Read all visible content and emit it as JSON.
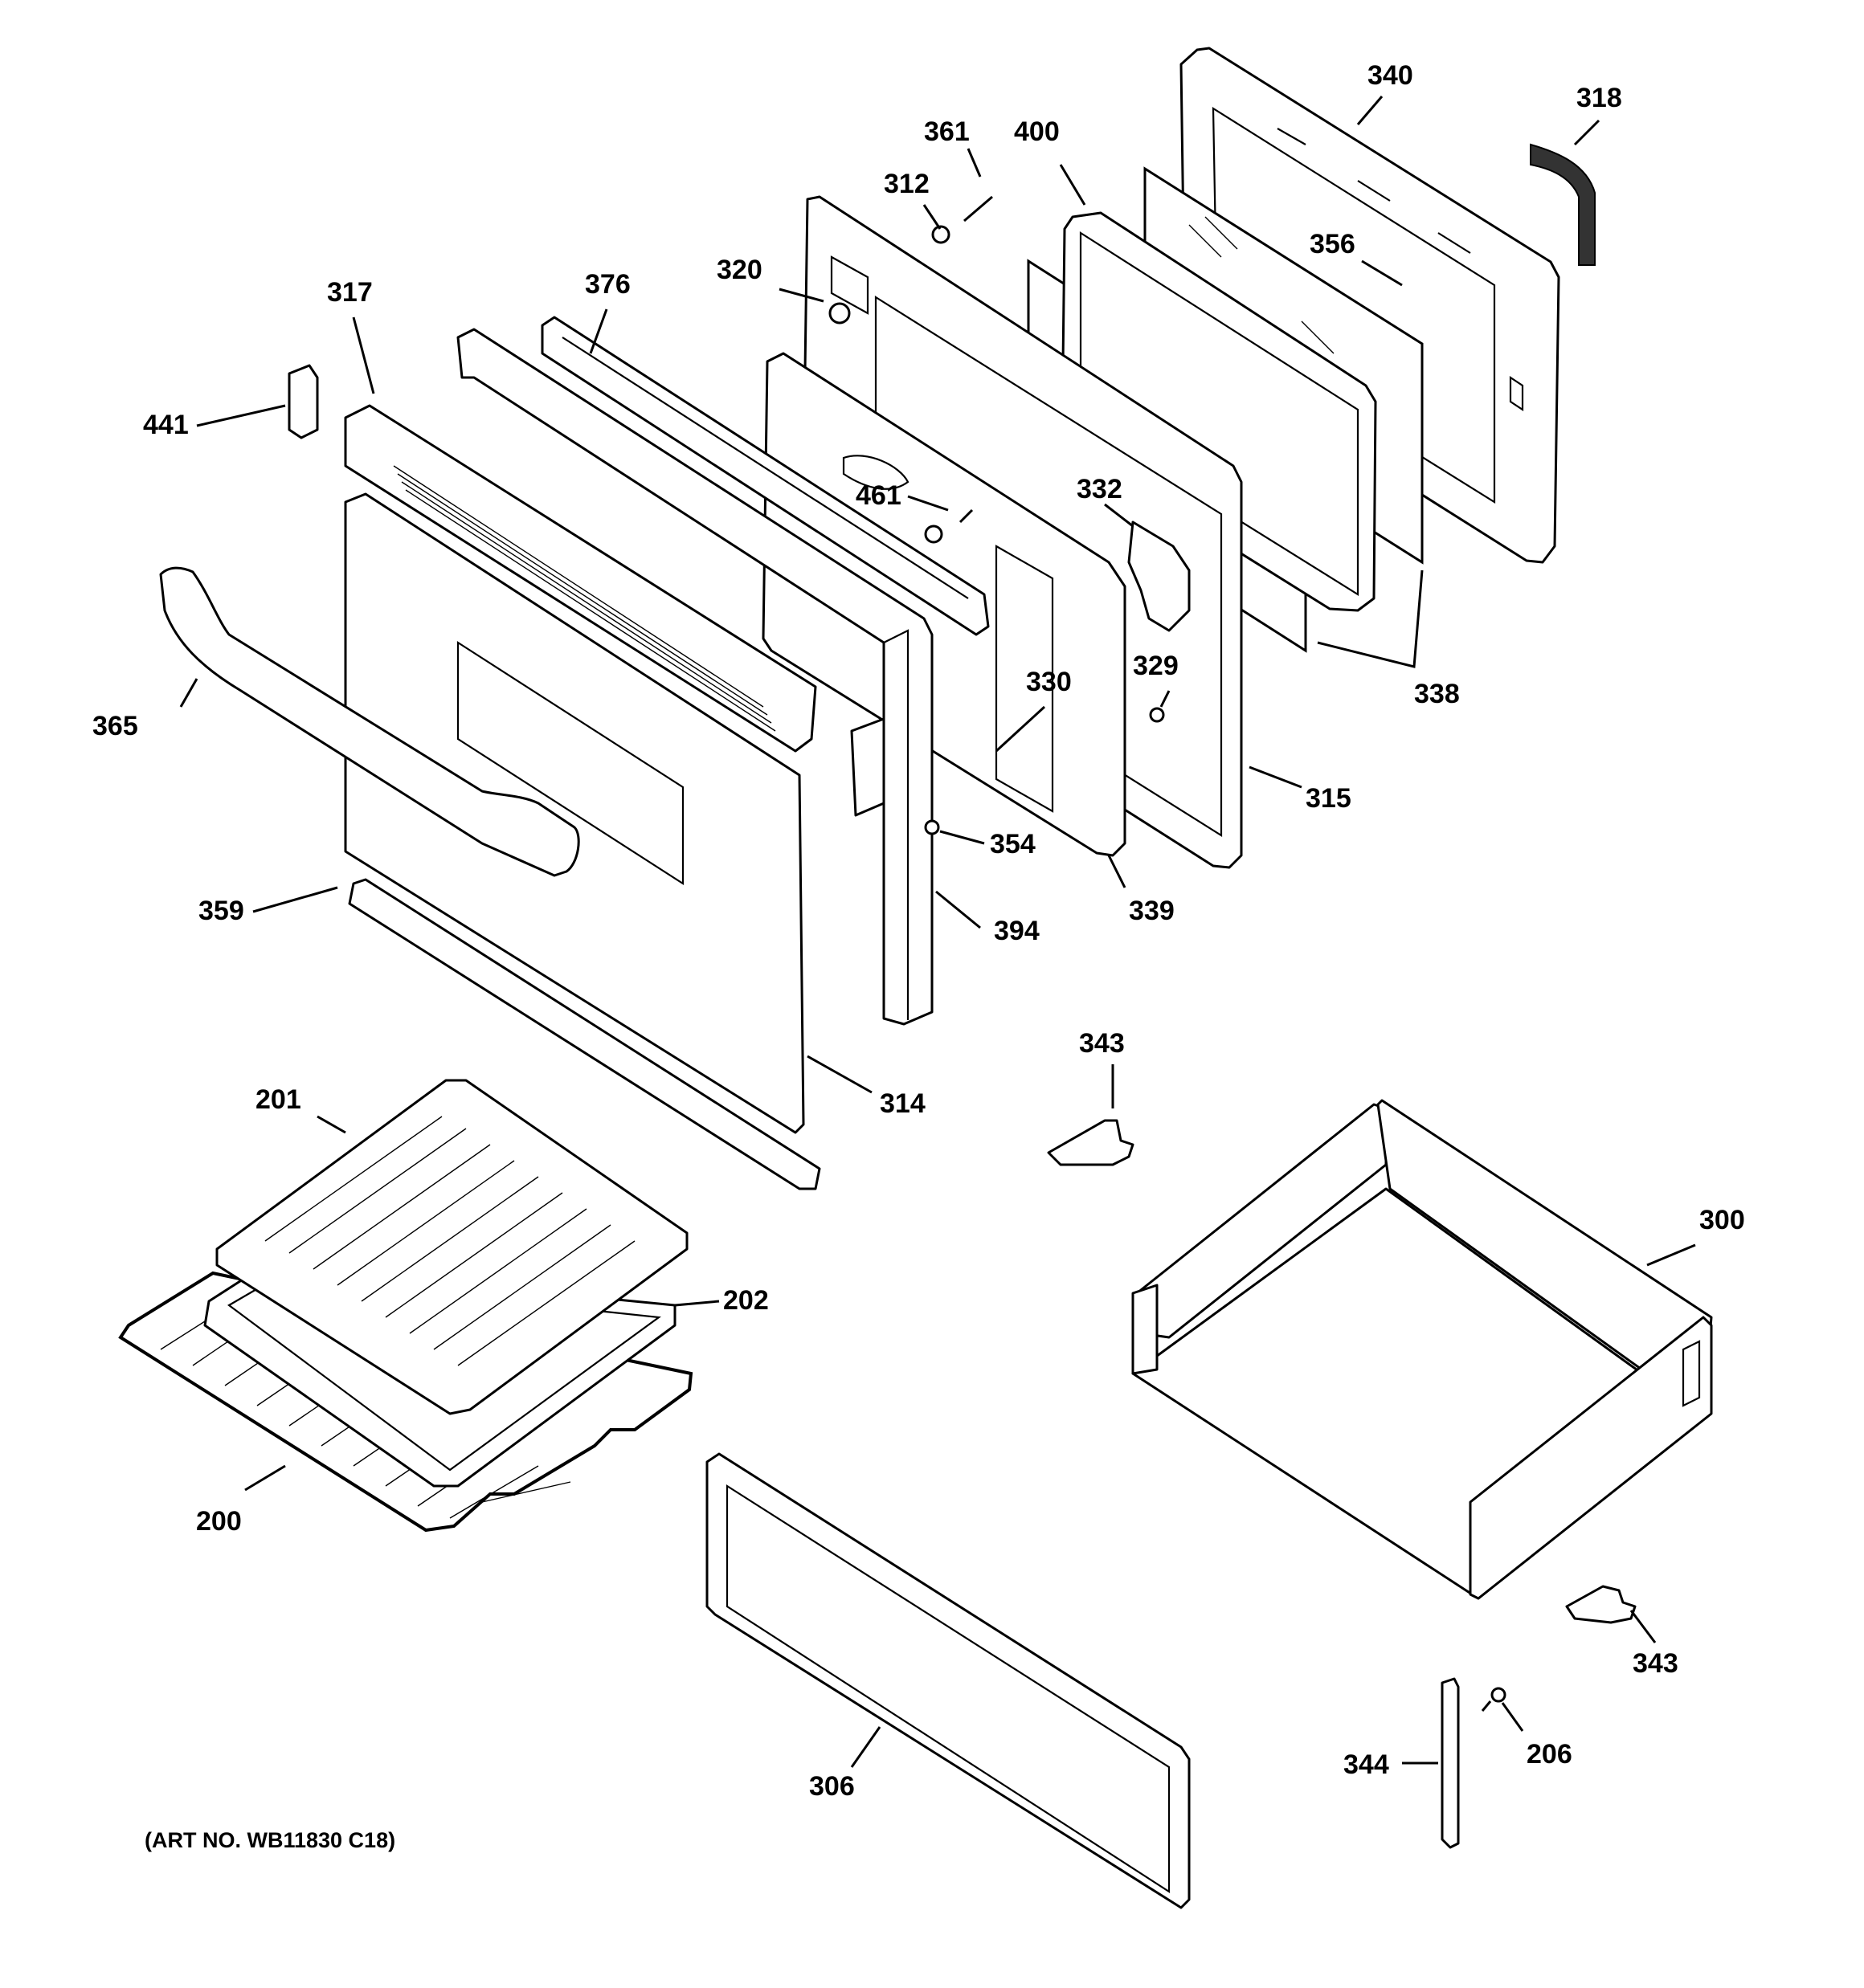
{
  "art_number": "(ART NO. WB11830 C18)",
  "callouts": {
    "p340": "340",
    "p318": "318",
    "p361": "361",
    "p400": "400",
    "p312": "312",
    "p356": "356",
    "p320": "320",
    "p376": "376",
    "p317": "317",
    "p441": "441",
    "p461": "461",
    "p332": "332",
    "p365": "365",
    "p330": "330",
    "p329": "329",
    "p338": "338",
    "p315": "315",
    "p354": "354",
    "p339": "339",
    "p359": "359",
    "p394": "394",
    "p343a": "343",
    "p314": "314",
    "p201": "201",
    "p300": "300",
    "p202": "202",
    "p200": "200",
    "p343b": "343",
    "p306": "306",
    "p206": "206",
    "p344": "344"
  }
}
